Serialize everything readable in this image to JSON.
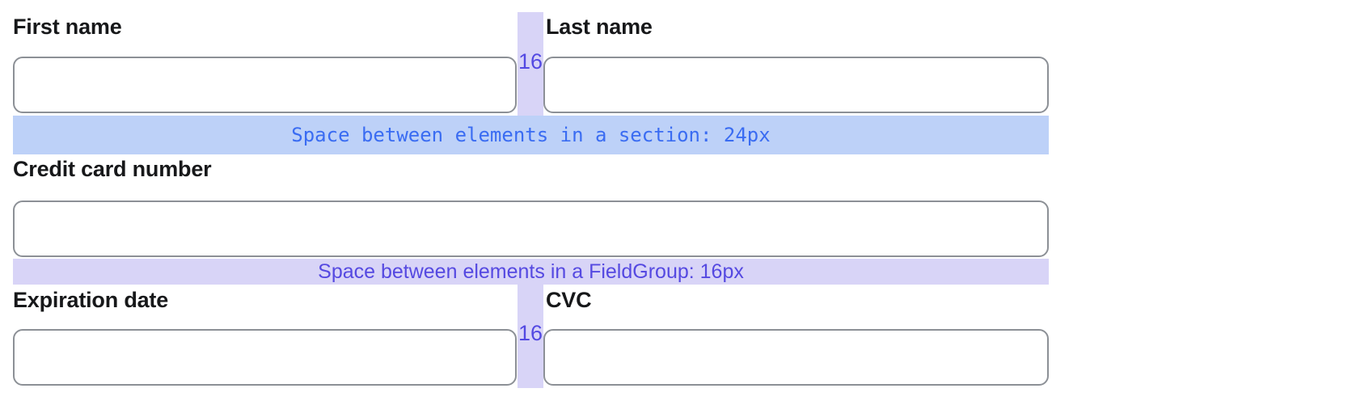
{
  "form": {
    "fields": {
      "first_name": {
        "label": "First name",
        "value": ""
      },
      "last_name": {
        "label": "Last name",
        "value": ""
      },
      "credit_card": {
        "label": "Credit card number",
        "value": ""
      },
      "expiration": {
        "label": "Expiration date",
        "value": ""
      },
      "cvc": {
        "label": "CVC",
        "value": ""
      }
    },
    "annotations": {
      "horizontal_gap_label": "16",
      "section_space": {
        "text": "Space between elements in a section: 24px",
        "band_color": "#bdd1f8",
        "text_color": "#3a6cf2"
      },
      "fieldgroup_space": {
        "text": "Space between elements in a FieldGroup: 16px",
        "band_color": "#d8d4f7",
        "text_color": "#5549e1"
      }
    }
  }
}
